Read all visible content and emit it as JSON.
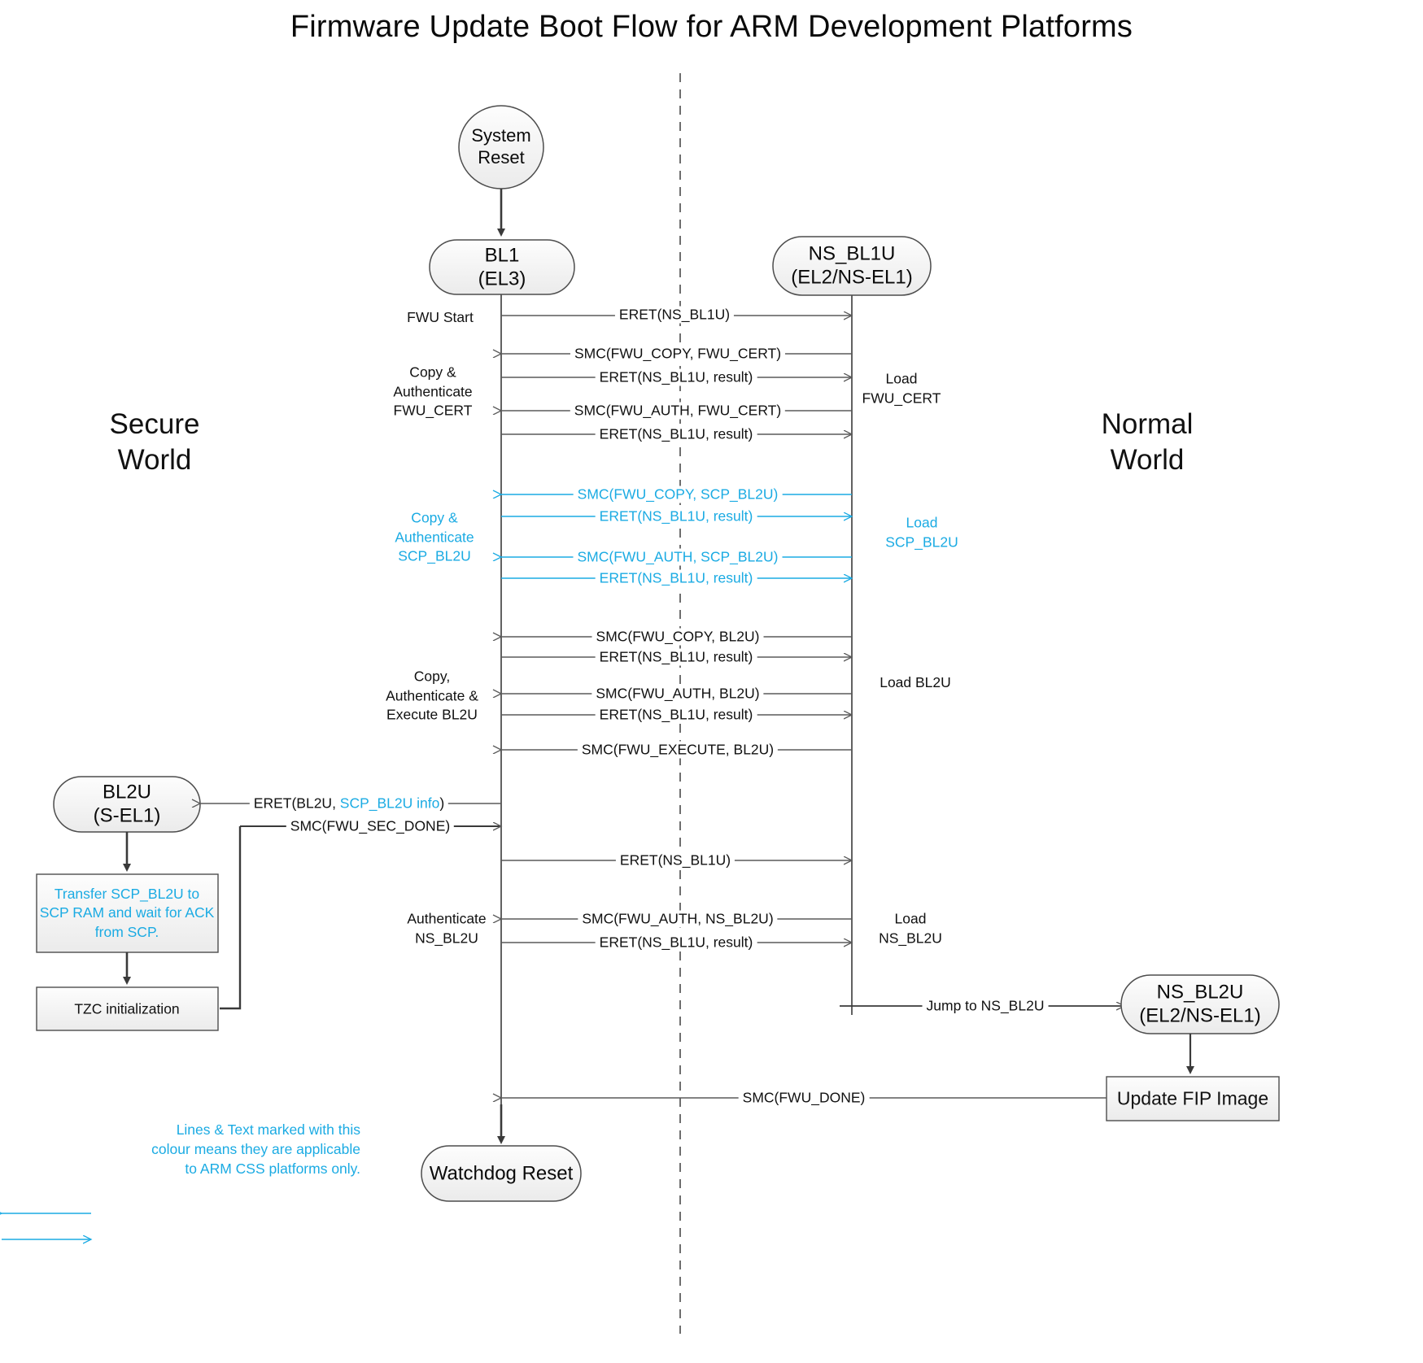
{
  "title": "Firmware Update Boot Flow for ARM Development Platforms",
  "colors": {
    "accent_cyan": "#1BABE3",
    "line_dark": "#3a3a3a",
    "line_grey": "#5a5a5a",
    "node_fill_top": "#fdfdfd",
    "node_fill_bottom": "#efefef",
    "node_stroke": "#4d4d4d",
    "text": "#111111"
  },
  "worlds": {
    "left": {
      "line1": "Secure",
      "line2": "World"
    },
    "right": {
      "line1": "Normal",
      "line2": "World"
    }
  },
  "nodes": {
    "system_reset": {
      "line1": "System",
      "line2": "Reset",
      "shape": "ellipse"
    },
    "bl1": {
      "line1": "BL1",
      "line2": "(EL3)",
      "shape": "rounded"
    },
    "ns_bl1u": {
      "line1": "NS_BL1U",
      "line2": "(EL2/NS-EL1)",
      "shape": "rounded"
    },
    "bl2u": {
      "line1": "BL2U",
      "line2": "(S-EL1)",
      "shape": "rounded"
    },
    "ns_bl2u": {
      "line1": "NS_BL2U",
      "line2": "(EL2/NS-EL1)",
      "shape": "rounded"
    },
    "watchdog_reset": {
      "line1": "Watchdog Reset",
      "line2": "",
      "shape": "rounded"
    },
    "transfer_scp": {
      "text": "Transfer SCP_BL2U to SCP RAM and wait for ACK from SCP.",
      "shape": "rect",
      "color": "cyan"
    },
    "tzc_init": {
      "text": "TZC initialization",
      "shape": "rect",
      "color": "dark"
    },
    "update_fip": {
      "text": "Update FIP Image",
      "shape": "rect",
      "color": "dark"
    }
  },
  "messages": [
    {
      "id": "m1",
      "label": "ERET(NS_BL1U)",
      "dir": "right",
      "color": "dark"
    },
    {
      "id": "m2",
      "label": "SMC(FWU_COPY, FWU_CERT)",
      "dir": "left",
      "color": "dark"
    },
    {
      "id": "m3",
      "label": "ERET(NS_BL1U, result)",
      "dir": "right",
      "color": "dark"
    },
    {
      "id": "m4",
      "label": "SMC(FWU_AUTH, FWU_CERT)",
      "dir": "left",
      "color": "dark"
    },
    {
      "id": "m5",
      "label": "ERET(NS_BL1U, result)",
      "dir": "right",
      "color": "dark"
    },
    {
      "id": "m6",
      "label": "SMC(FWU_COPY, SCP_BL2U)",
      "dir": "left",
      "color": "cyan"
    },
    {
      "id": "m7",
      "label": "ERET(NS_BL1U, result)",
      "dir": "right",
      "color": "cyan"
    },
    {
      "id": "m8",
      "label": "SMC(FWU_AUTH, SCP_BL2U)",
      "dir": "left",
      "color": "cyan"
    },
    {
      "id": "m9",
      "label": "ERET(NS_BL1U, result)",
      "dir": "right",
      "color": "cyan"
    },
    {
      "id": "m10",
      "label": "SMC(FWU_COPY, BL2U)",
      "dir": "left",
      "color": "dark"
    },
    {
      "id": "m11",
      "label": "ERET(NS_BL1U, result)",
      "dir": "right",
      "color": "dark"
    },
    {
      "id": "m12",
      "label": "SMC(FWU_AUTH, BL2U)",
      "dir": "left",
      "color": "dark"
    },
    {
      "id": "m13",
      "label": "ERET(NS_BL1U, result)",
      "dir": "right",
      "color": "dark"
    },
    {
      "id": "m14",
      "label": "SMC(FWU_EXECUTE, BL2U)",
      "dir": "left",
      "color": "dark"
    },
    {
      "id": "m15",
      "label": "ERET(BL2U, SCP_BL2U info)",
      "label_plain": "ERET(BL2U, ",
      "label_cyan": "SCP_BL2U info",
      "label_tail": ")",
      "dir": "left",
      "color": "mixed"
    },
    {
      "id": "m16",
      "label": "SMC(FWU_SEC_DONE)",
      "dir": "right",
      "color": "dark"
    },
    {
      "id": "m17",
      "label": "ERET(NS_BL1U)",
      "dir": "right",
      "color": "dark"
    },
    {
      "id": "m18",
      "label": "SMC(FWU_AUTH, NS_BL2U)",
      "dir": "left",
      "color": "dark"
    },
    {
      "id": "m19",
      "label": "ERET(NS_BL1U, result)",
      "dir": "right",
      "color": "dark"
    },
    {
      "id": "m20",
      "label": "Jump to NS_BL2U",
      "dir": "right",
      "color": "dark"
    },
    {
      "id": "m21",
      "label": "SMC(FWU_DONE)",
      "dir": "left",
      "color": "dark"
    }
  ],
  "left_annotations": [
    {
      "id": "a1",
      "text": "FWU Start",
      "color": "dark"
    },
    {
      "id": "a2",
      "text": "Copy &\nAuthenticate\nFWU_CERT",
      "color": "dark"
    },
    {
      "id": "a3",
      "text": "Copy &\nAuthenticate\nSCP_BL2U",
      "color": "cyan"
    },
    {
      "id": "a4",
      "text": "Copy,\nAuthenticate &\nExecute BL2U",
      "color": "dark"
    },
    {
      "id": "a5",
      "text": "Authenticate\nNS_BL2U",
      "color": "dark"
    }
  ],
  "right_annotations": [
    {
      "id": "r1",
      "text": "Load\nFWU_CERT",
      "color": "dark"
    },
    {
      "id": "r2",
      "text": "Load\nSCP_BL2U",
      "color": "cyan"
    },
    {
      "id": "r3",
      "text": "Load BL2U",
      "color": "dark"
    },
    {
      "id": "r4",
      "text": "Load\nNS_BL2U",
      "color": "dark"
    }
  ],
  "legend": {
    "line1": "Lines & Text marked with this",
    "line2": "colour means they are applicable",
    "line3": "to ARM CSS platforms only."
  }
}
